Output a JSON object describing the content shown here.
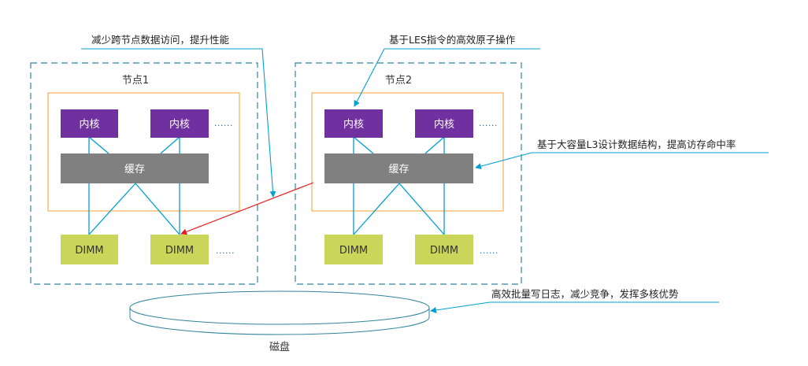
{
  "nodes": [
    {
      "title": "节点1",
      "cores": [
        "内核",
        "内核"
      ],
      "core_more": "......",
      "cache": "缓存",
      "dimms": [
        "DIMM",
        "DIMM"
      ],
      "dimm_more": "......"
    },
    {
      "title": "节点2",
      "cores": [
        "内核",
        "内核"
      ],
      "core_more": "......",
      "cache": "缓存",
      "dimms": [
        "DIMM",
        "DIMM"
      ],
      "dimm_more": "......"
    }
  ],
  "disk": {
    "label": "磁盘"
  },
  "callouts": {
    "reduce_cross_node": "减少跨节点数据访问，提升性能",
    "les_atomic": "基于LES指令的高效原子操作",
    "l3_structure": "基于大容量L3设计数据结构，提高访存命中率",
    "batch_log": "高效批量写日志，减少竞争，发挥多核优势"
  },
  "colors": {
    "node_border": "#31849b",
    "inner_border": "#f0a030",
    "core_fill": "#7030a0",
    "cache_fill": "#808080",
    "dimm_fill": "#c9d65a",
    "link": "#00a0d0",
    "remote_arrow": "#e02020",
    "disk_stroke": "#31849b"
  }
}
